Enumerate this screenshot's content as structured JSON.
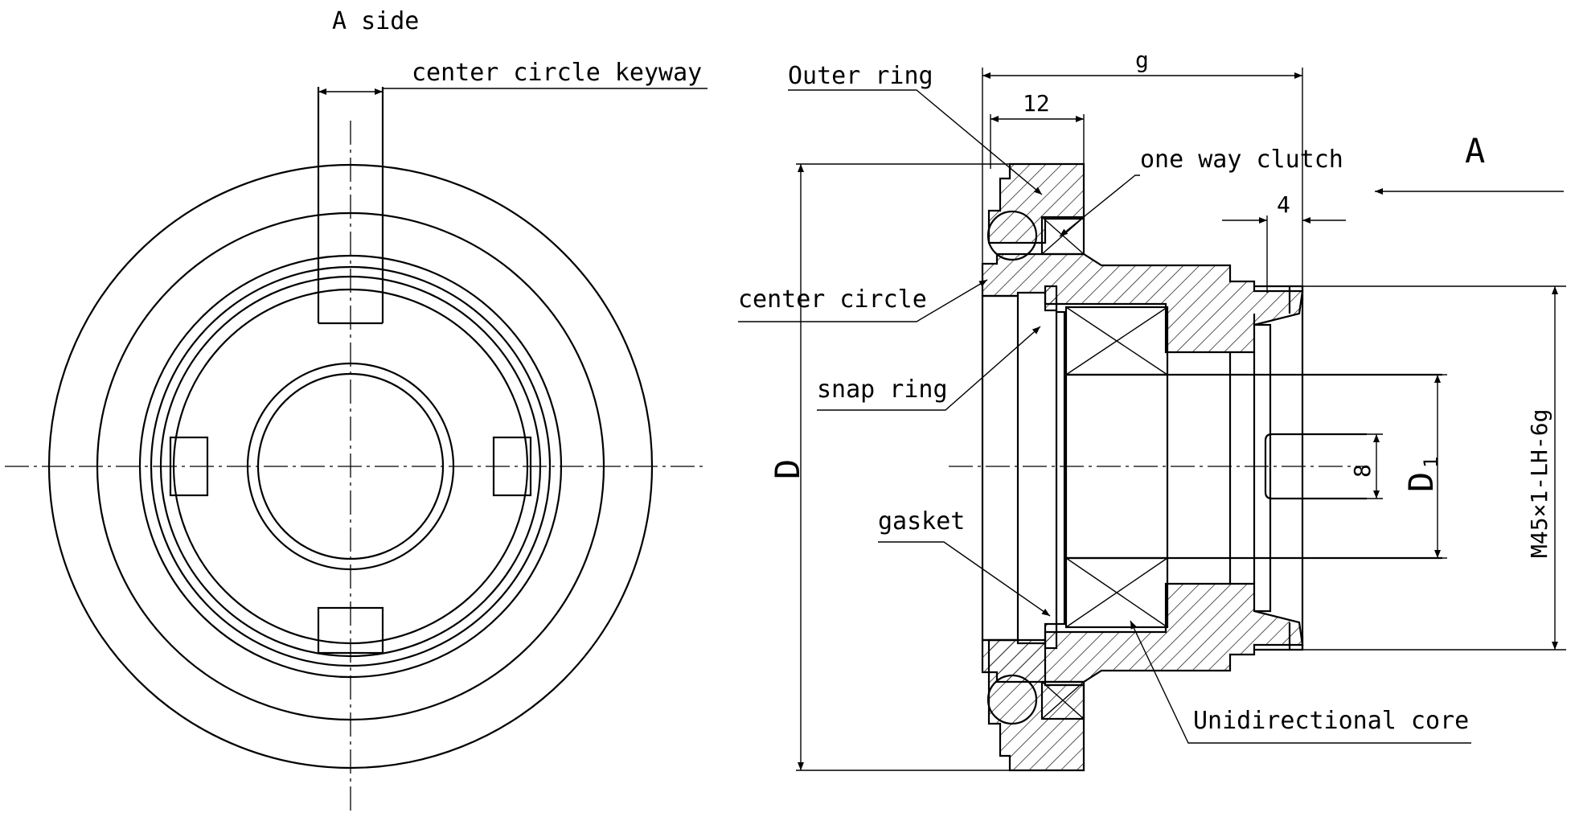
{
  "front_view": {
    "title": "A side",
    "keyway_label": "center circle keyway"
  },
  "section_view": {
    "labels": {
      "outer_ring": "Outer ring",
      "one_way_clutch": "one way clutch",
      "center_circle": "center circle",
      "snap_ring": "snap ring",
      "gasket": "gasket",
      "unidirectional_core": "Unidirectional core"
    },
    "dimensions": {
      "g": "g",
      "width_12": "12",
      "width_4": "4",
      "D": "D",
      "keyway_8": "8",
      "D1_main": "D",
      "D1_sub": "1",
      "thread": "M45×1-LH-6g"
    },
    "view_arrow_label": "A"
  }
}
